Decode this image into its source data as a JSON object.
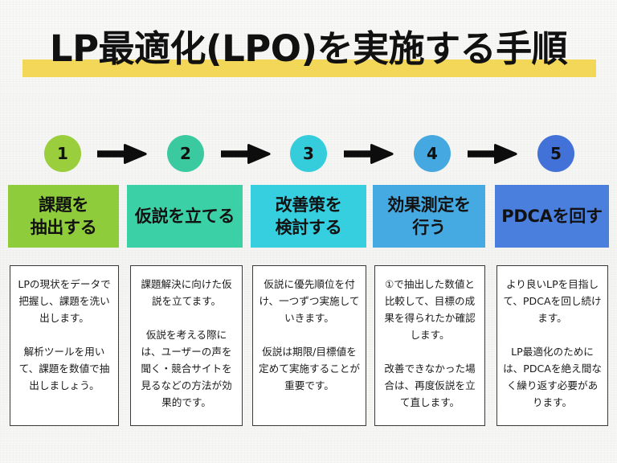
{
  "title": {
    "text": "LP最適化(LPO)を実施する手順",
    "highlight_color": "#f2d758",
    "text_color": "#111111"
  },
  "background_color": "#f7f7f5",
  "steps": [
    {
      "number": "1",
      "circle_color": "#9ace3c",
      "box_color": "#8fcc3c",
      "label_lines": [
        "課題を",
        "抽出する"
      ],
      "description_paragraphs": [
        "LPの現状をデータで把握し、課題を洗い出します。",
        "解析ツールを用いて、課題を数値で抽出しましょう。"
      ]
    },
    {
      "number": "2",
      "circle_color": "#3bc9a0",
      "box_color": "#3cd0a6",
      "label_lines": [
        "仮説を立てる"
      ],
      "description_paragraphs": [
        "課題解決に向けた仮説を立てます。",
        "仮説を考える際には、ユーザーの声を聞く・競合サイトを見るなどの方法が効果的です。"
      ]
    },
    {
      "number": "3",
      "circle_color": "#35cddc",
      "box_color": "#35cfe0",
      "label_lines": [
        "改善策を",
        "検討する"
      ],
      "description_paragraphs": [
        "仮説に優先順位を付け、一つずつ実施していきます。",
        "仮説は期限/目標値を定めて実施することが重要です。"
      ]
    },
    {
      "number": "4",
      "circle_color": "#46a8e0",
      "box_color": "#45aae2",
      "label_lines": [
        "効果測定を",
        "行う"
      ],
      "description_paragraphs": [
        "①で抽出した数値と比較して、目標の成果を得られたか確認します。",
        "改善できなかった場合は、再度仮説を立て直します。"
      ]
    },
    {
      "number": "5",
      "circle_color": "#4271d8",
      "box_color": "#4a7fdd",
      "label_lines": [
        "PDCAを回す"
      ],
      "description_paragraphs": [
        "より良いLPを目指して、PDCAを回し続けます。",
        "LP最適化のためには、PDCAを絶え間なく繰り返す必要があります。"
      ]
    }
  ],
  "arrows": {
    "count": 4,
    "color": "#0d0d0d",
    "icon": "right-arrow-icon"
  }
}
